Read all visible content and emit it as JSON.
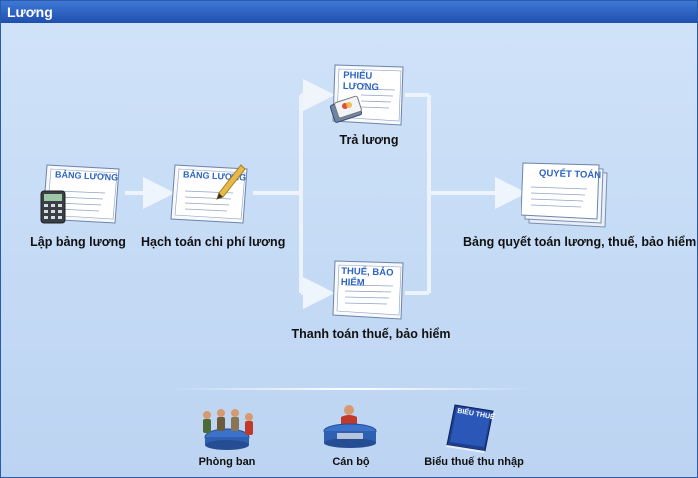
{
  "window": {
    "title": "Lương"
  },
  "flow": {
    "lap_bang_luong": {
      "doc_title": "BẢNG LƯƠNG",
      "label": "Lập bảng lương",
      "icon": "calculator-icon"
    },
    "hach_toan": {
      "doc_title": "BẢNG LƯƠNG",
      "label": "Hạch toán chi phí lương",
      "icon": "pencil-icon"
    },
    "tra_luong": {
      "doc_title": "PHIẾU LƯƠNG",
      "label": "Trả lương",
      "icon": "card-icon"
    },
    "thanh_toan": {
      "doc_title": "THUẾ, BẢO HIỂM",
      "label": "Thanh toán thuế, bảo hiểm"
    },
    "quyet_toan": {
      "doc_title": "QUYẾT TOÁN",
      "label": "Bảng quyết toán lương, thuế, bảo hiểm"
    }
  },
  "bottom": {
    "phong_ban": {
      "label": "Phòng ban",
      "icon": "meeting-icon"
    },
    "can_bo": {
      "label": "Cán bộ",
      "icon": "staff-desk-icon"
    },
    "bieu_thue": {
      "label": "Biểu thuế thu nhập",
      "icon": "tax-book-icon",
      "book_title": "BIỂU THUẾ"
    }
  }
}
